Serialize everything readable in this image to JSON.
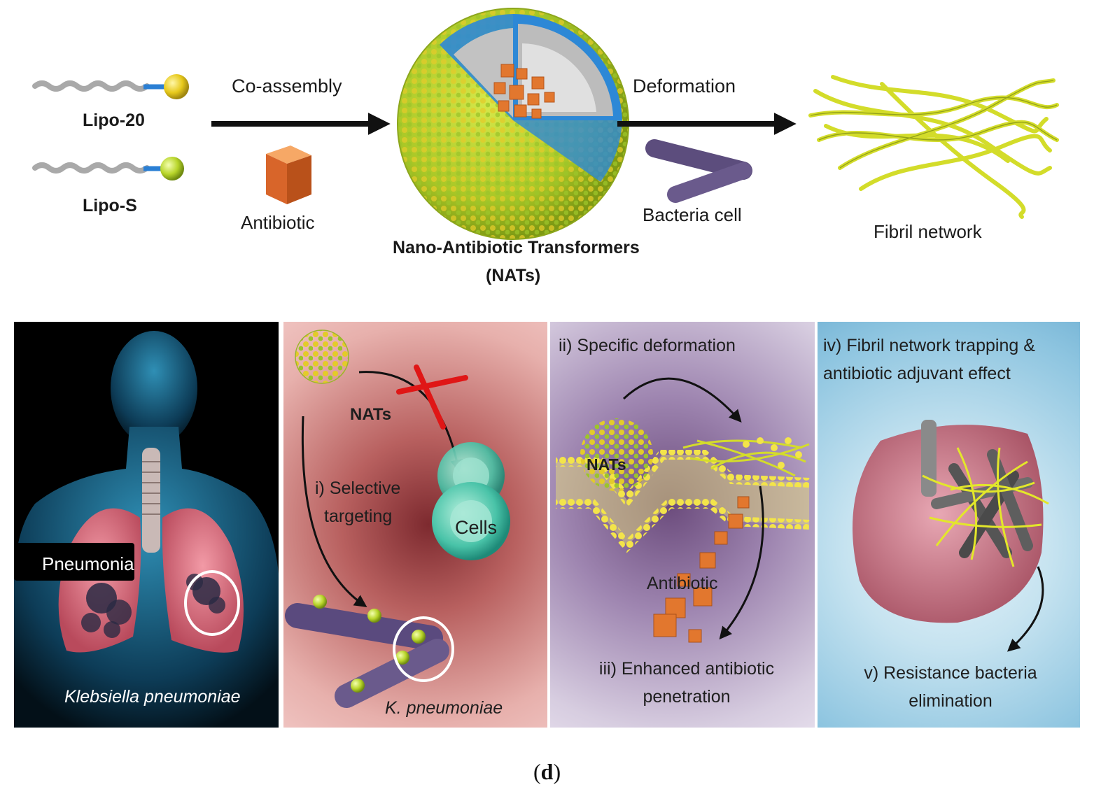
{
  "top": {
    "lipo20": "Lipo-20",
    "lipoS": "Lipo-S",
    "coassembly": "Co-assembly",
    "antibiotic": "Antibiotic",
    "nats_title": "Nano-Antibiotic Transformers",
    "nats_abbr": "(NATs)",
    "deformation": "Deformation",
    "bacteria_cell": "Bacteria cell",
    "fibril_network": "Fibril network"
  },
  "panels": {
    "p1": {
      "pneumonia": "Pneumonia",
      "species": "Klebsiella pneumoniae"
    },
    "p2": {
      "nats": "NATs",
      "targeting_1": "i) Selective",
      "targeting_2": "targeting",
      "cells": "Cells",
      "kp": "K. pneumoniae"
    },
    "p3": {
      "deformation": "ii) Specific deformation",
      "nats": "NATs",
      "antibiotic": "Antibiotic",
      "penetration_1": "iii) Enhanced antibiotic",
      "penetration_2": "penetration"
    },
    "p4": {
      "trapping_1": "iv) Fibril network trapping &",
      "trapping_2": "antibiotic adjuvant effect",
      "elimination_1": "v) Resistance bacteria",
      "elimination_2": "elimination"
    }
  },
  "caption": {
    "open": "(",
    "letter": "d",
    "close": ")"
  },
  "colors": {
    "nat_green": "#b7d334",
    "nat_yellow": "#e9d43a",
    "antibiotic_orange": "#e2772e",
    "bacteria_purple": "#6a5a8c",
    "fibril_yellow": "#d6dd2c"
  }
}
